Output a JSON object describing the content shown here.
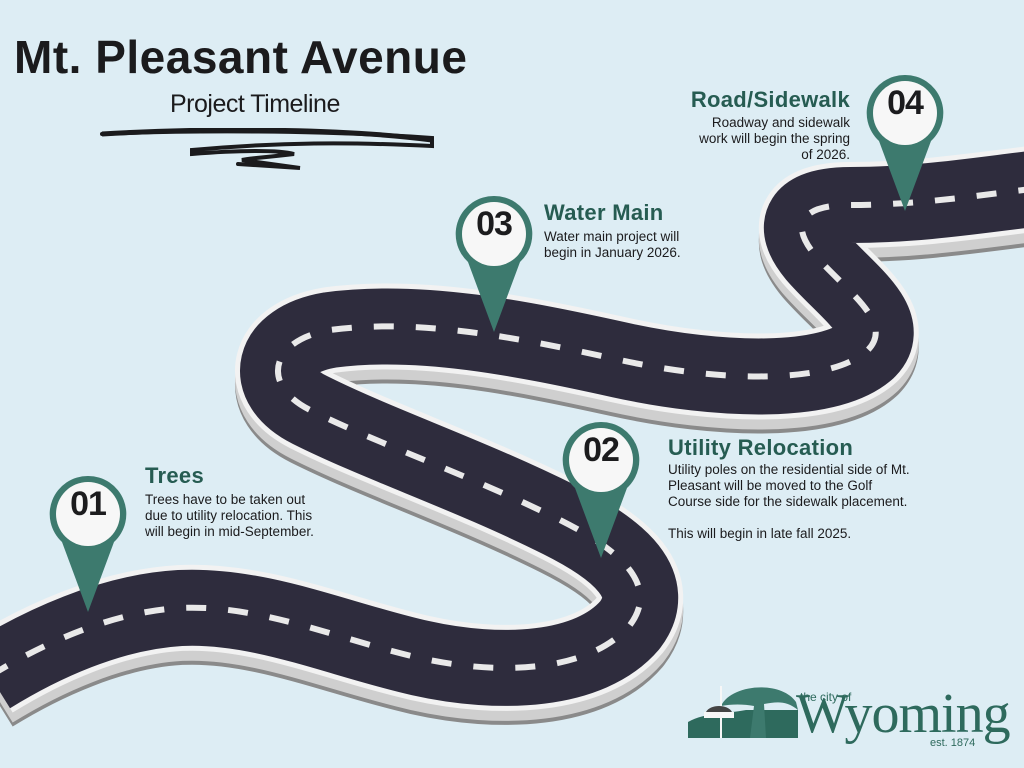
{
  "header": {
    "title": "Mt. Pleasant Avenue",
    "subtitle": "Project Timeline"
  },
  "colors": {
    "background": "#ddedf4",
    "pin": "#3d7a6e",
    "heading": "#265c52",
    "road": "#2e2c3d",
    "road_edge": "#f2f2f2",
    "road_side": "#8a8a8a",
    "dash": "#e9e9e9"
  },
  "stages": [
    {
      "number": "01",
      "title": "Trees",
      "description": [
        "Trees have to be taken out",
        "due to utility relocation. This",
        "will begin in mid-September."
      ]
    },
    {
      "number": "02",
      "title": "Utility Relocation",
      "description": [
        "Utility poles on the residential side of Mt.",
        "Pleasant will be moved to the Golf",
        "Course side for the sidewalk placement.",
        "",
        "This will begin in late fall 2025."
      ]
    },
    {
      "number": "03",
      "title": "Water Main",
      "description": [
        "Water main project will",
        "begin in January 2026."
      ]
    },
    {
      "number": "04",
      "title": "Road/Sidewalk",
      "description": [
        "Roadway and sidewalk",
        "work will begin the spring",
        "of 2026."
      ]
    }
  ],
  "logo": {
    "prefix": "the city of",
    "name": "Wyoming",
    "established": "est. 1874"
  }
}
